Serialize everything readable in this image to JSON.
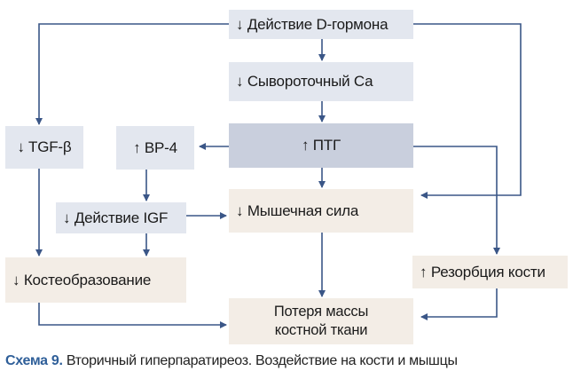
{
  "colors": {
    "box_blue": "#e3e7ef",
    "box_dark": "#c9cfdd",
    "box_beige": "#f3ede6",
    "arrow": "#3a5687"
  },
  "nodes": {
    "d_hormone": "↓  Действие D-гормона",
    "serum_ca": "↓  Сывороточный Са",
    "pth": "↑  ПТГ",
    "tgf": "↓  TGF-β",
    "bp4": "↑  BP-4",
    "igf": "↓  Действие IGF",
    "muscle": "↓  Мышечная сила",
    "osteo": "↓  Костеобразование",
    "resorption": "↑  Резорбция кости",
    "bone_loss_line1": "Потеря массы",
    "bone_loss_line2": "костной ткани"
  },
  "caption": {
    "label": "Схема 9.",
    "text": "Вторичный гиперпаратиреоз. Воздействие на кости и мышцы"
  }
}
